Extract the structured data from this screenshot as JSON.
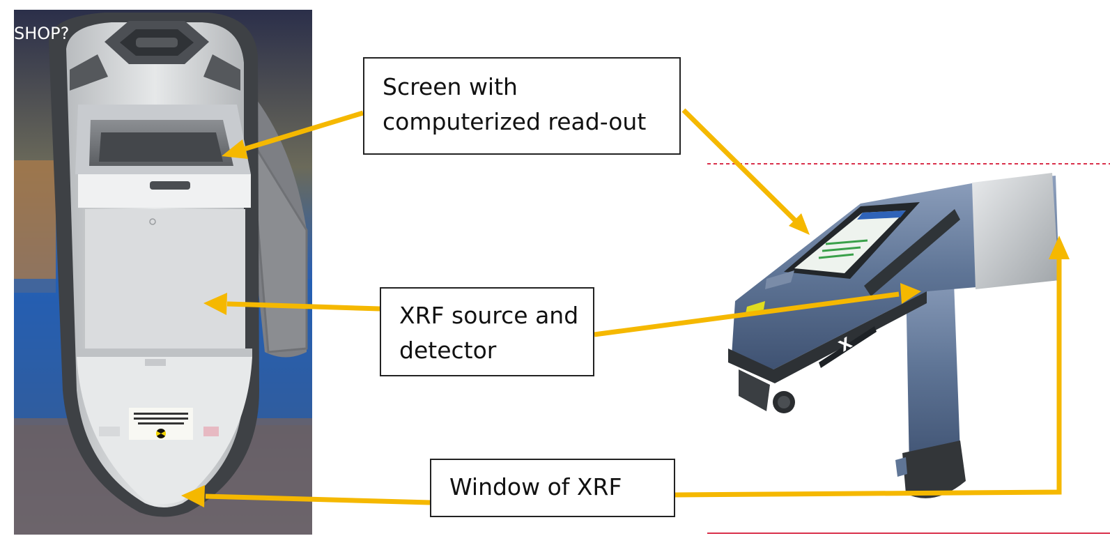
{
  "colors": {
    "arrow": "#F5B800",
    "guide_line": "#D9304A",
    "device_blue": "#5F7596",
    "device_silver": "#C9CCCF",
    "box_border": "#222222"
  },
  "photo_overlay_text": "SHOP?",
  "callouts": {
    "screen": {
      "line1": "Screen with",
      "line2": "computerized read-out"
    },
    "source": {
      "line1": "XRF source and",
      "line2": "detector"
    },
    "window": {
      "line1": "Window of XRF"
    }
  },
  "icons": {
    "radiation": "radiation-icon",
    "brand_logo": "brand-logo"
  }
}
